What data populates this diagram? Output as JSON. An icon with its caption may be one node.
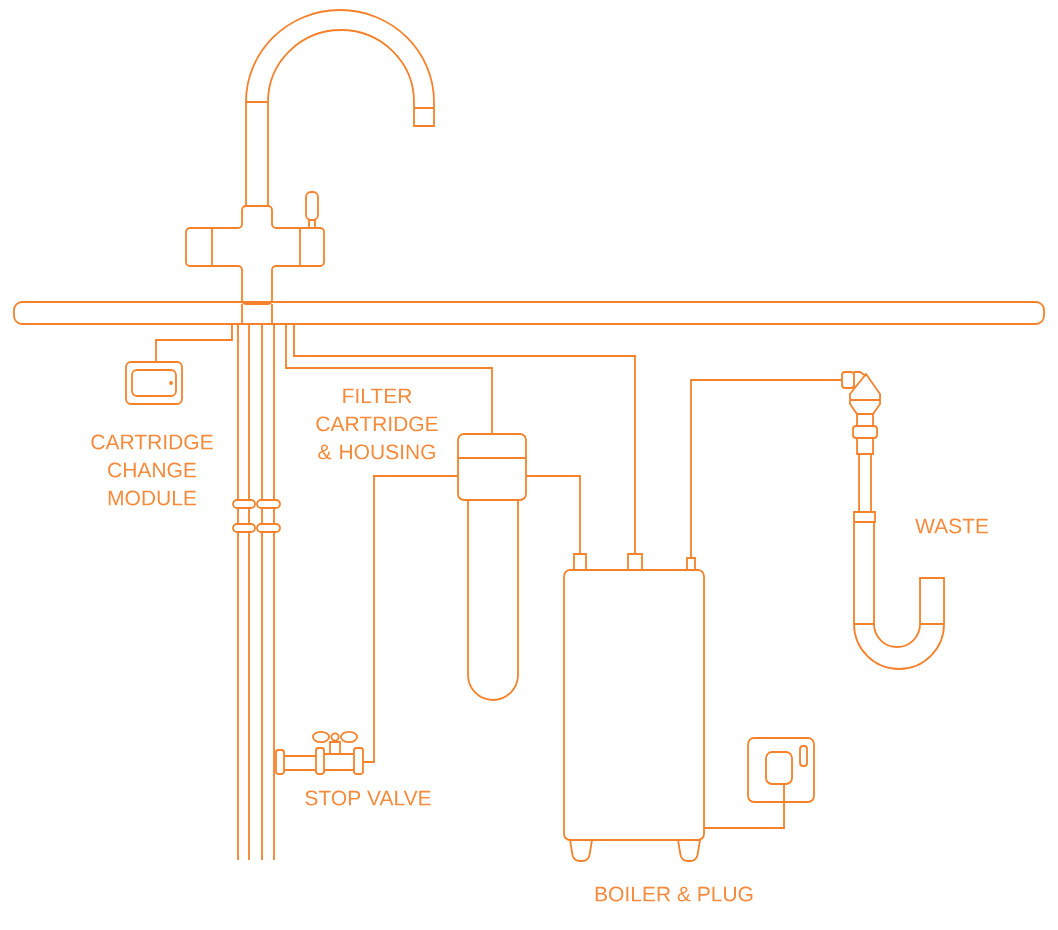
{
  "diagram": {
    "nodes": [
      {
        "text": [],
        "shape": "picture"
      },
      {
        "text": [
          "CARTRIDGE CHANGE MODULE"
        ]
      },
      {
        "text": [
          "FILTER CARTRIDGE & HOUSING"
        ]
      },
      {
        "text": [
          "STOP VALVE"
        ]
      },
      {
        "text": [
          "BOILER & PLUG"
        ]
      },
      {
        "text": [],
        "shape": "picture"
      },
      {
        "text": [
          "WASTE"
        ]
      }
    ],
    "edges": [
      {
        "from": 0,
        "to": 1,
        "arrow": "none"
      },
      {
        "from": 0,
        "to": 2,
        "arrow": "none"
      },
      {
        "from": 0,
        "to": 4,
        "arrow": "none"
      },
      {
        "from": 3,
        "to": 2,
        "arrow": "none"
      },
      {
        "from": 2,
        "to": 4,
        "arrow": "none"
      },
      {
        "from": 4,
        "to": 6,
        "arrow": "none"
      },
      {
        "from": 4,
        "to": 5,
        "arrow": "none"
      }
    ]
  }
}
